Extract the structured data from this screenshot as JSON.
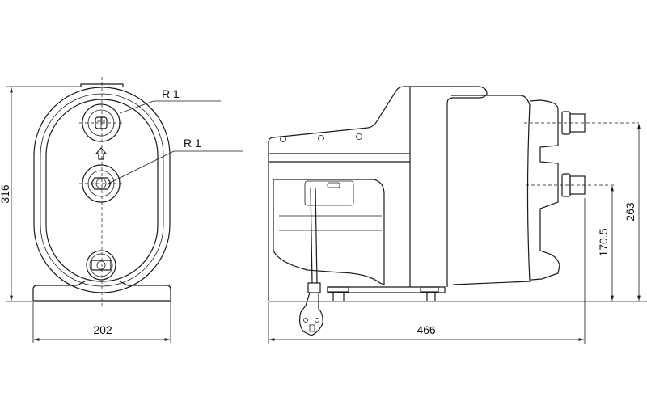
{
  "drawing": {
    "front_view": {
      "labels": {
        "inlet_thread": "R 1",
        "outlet_thread": "R 1"
      },
      "dimensions": {
        "height": "316",
        "width": "202"
      }
    },
    "side_view": {
      "dimensions": {
        "length": "466",
        "outlet_height": "263",
        "inlet_height": "170.5"
      }
    }
  }
}
